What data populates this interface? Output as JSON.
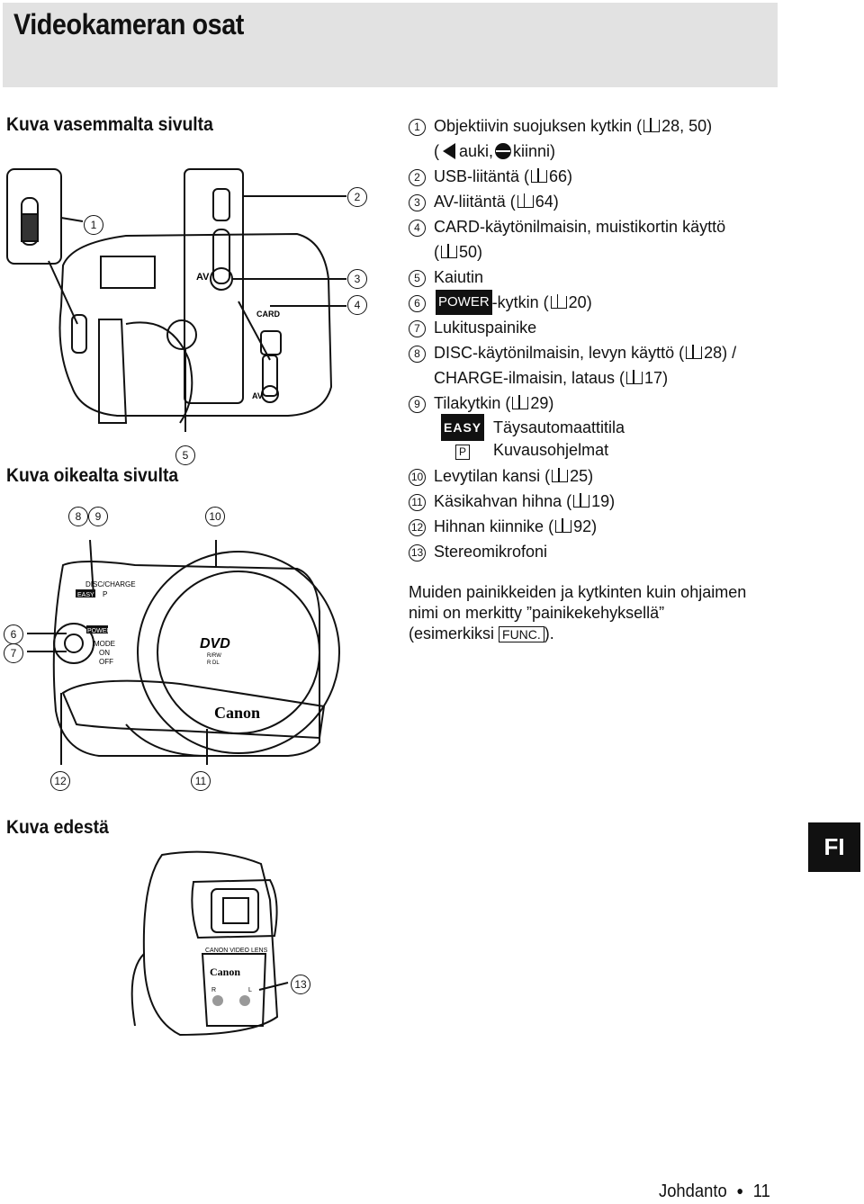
{
  "header": {
    "title": "Videokameran osat"
  },
  "sections": {
    "left": "Kuva vasemmalta sivulta",
    "right": "Kuva oikealta sivulta",
    "front": "Kuva edestä"
  },
  "legend": [
    {
      "num": "1",
      "text": "Objektiivin suojuksen kytkin (",
      "ref": " 28, 50)",
      "line2_a": "(",
      "line2_b": " auki, ",
      "line2_c": " kiinni)"
    },
    {
      "num": "2",
      "text": "USB-liitäntä (",
      "ref": " 66)"
    },
    {
      "num": "3",
      "text": "AV-liitäntä (",
      "ref": " 64)"
    },
    {
      "num": "4",
      "text": "CARD-käytönilmaisin, muistikortin käyttö",
      "line2": "(",
      "ref": " 50)"
    },
    {
      "num": "5",
      "text": "Kaiutin"
    },
    {
      "num": "6",
      "power": "POWER",
      "text": "-kytkin (",
      "ref": " 20)"
    },
    {
      "num": "7",
      "text": "Lukituspainike"
    },
    {
      "num": "8",
      "text": "DISC-käytönilmaisin, levyn käyttö (",
      "ref": " 28) /",
      "line2": "CHARGE-ilmaisin, lataus (",
      "ref2": " 17)"
    },
    {
      "num": "9",
      "text": "Tilakytkin (",
      "ref": " 29)"
    },
    {
      "num": "10",
      "text": "Levytilan kansi (",
      "ref": " 25)"
    },
    {
      "num": "11",
      "text": "Käsikahvan hihna (",
      "ref": " 19)"
    },
    {
      "num": "12",
      "text": "Hihnan kiinnike (",
      "ref": " 92)"
    },
    {
      "num": "13",
      "text": "Stereomikrofoni"
    }
  ],
  "modes": [
    {
      "icon": "EASY",
      "label": "Täysautomaattitila"
    },
    {
      "icon": "P",
      "label": "Kuvausohjelmat"
    }
  ],
  "note": {
    "line1": "Muiden painikkeiden ja kytkinten kuin ohjaimen",
    "line2": "nimi on merkitty ”painikekehyksellä”",
    "line3a": "(esimerkiksi ",
    "func": "FUNC.",
    "line3b": ")."
  },
  "diagram_labels": {
    "av1": "AV",
    "card": "CARD",
    "av2": "AV",
    "disc_charge": "DISC/CHARGE",
    "easy": "EASY",
    "p": "P",
    "power": "POWER",
    "mode": "MODE",
    "on": "ON",
    "off": "OFF",
    "dvd": "DVD",
    "rw": "R/RW",
    "rdl": "R DL",
    "canon": "Canon",
    "canon2": "Canon",
    "lens": "CANON VIDEO LENS",
    "r": "R",
    "l": "L"
  },
  "callouts": [
    "1",
    "2",
    "3",
    "4",
    "5",
    "6",
    "7",
    "8",
    "9",
    "10",
    "11",
    "12",
    "13"
  ],
  "lang_tab": "FI",
  "footer": {
    "section": "Johdanto",
    "page": "11"
  }
}
